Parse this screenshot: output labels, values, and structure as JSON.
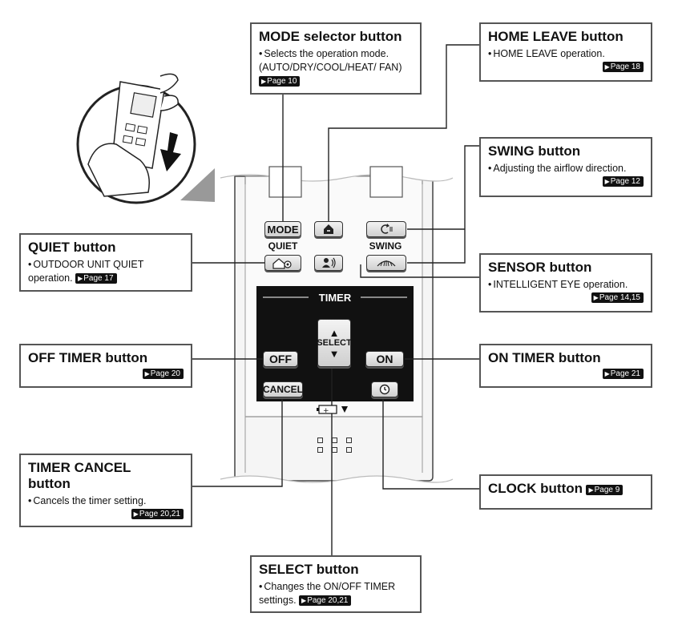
{
  "remote": {
    "mode_label": "MODE",
    "quiet_label": "QUIET",
    "swing_label": "SWING",
    "timer_label": "TIMER",
    "select_label": "SELECT",
    "off_label": "OFF",
    "on_label": "ON",
    "cancel_label": "CANCEL"
  },
  "callouts": {
    "mode": {
      "title": "MODE selector button",
      "bullet": "•",
      "desc": "Selects the operation mode. (AUTO/DRY/COOL/HEAT/ FAN)",
      "page": "Page 10"
    },
    "home_leave": {
      "title": "HOME LEAVE button",
      "bullet": "•",
      "desc": "HOME LEAVE operation.",
      "page": "Page 18"
    },
    "swing": {
      "title": "SWING button",
      "bullet": "•",
      "desc": "Adjusting the airflow direction.",
      "page": "Page 12"
    },
    "quiet": {
      "title": "QUIET button",
      "bullet": "•",
      "desc": "OUTDOOR UNIT QUIET operation.",
      "page": "Page 17"
    },
    "sensor": {
      "title": "SENSOR button",
      "bullet": "•",
      "desc": "INTELLIGENT EYE operation.",
      "page": "Page 14,15"
    },
    "off_timer": {
      "title": "OFF TIMER button",
      "page": "Page 20"
    },
    "on_timer": {
      "title": "ON TIMER button",
      "page": "Page 21"
    },
    "timer_cancel": {
      "title": "TIMER CANCEL button",
      "bullet": "•",
      "desc": "Cancels the timer setting.",
      "page": "Page 20,21"
    },
    "clock": {
      "title": "CLOCK button",
      "page": "Page 9"
    },
    "select": {
      "title": "SELECT button",
      "bullet": "•",
      "desc": "Changes the ON/OFF TIMER settings.",
      "page": "Page 20,21"
    }
  },
  "icons": [
    "hand-with-remote-icon",
    "down-arrow-icon",
    "home-leave-icon",
    "swing-icon",
    "quiet-house-icon",
    "sensor-eye-icon",
    "clock-icon",
    "battery-icon"
  ],
  "colors": {
    "timer_panel": "#111111",
    "border": "#555555",
    "remote_body": "#f4f4f4"
  }
}
